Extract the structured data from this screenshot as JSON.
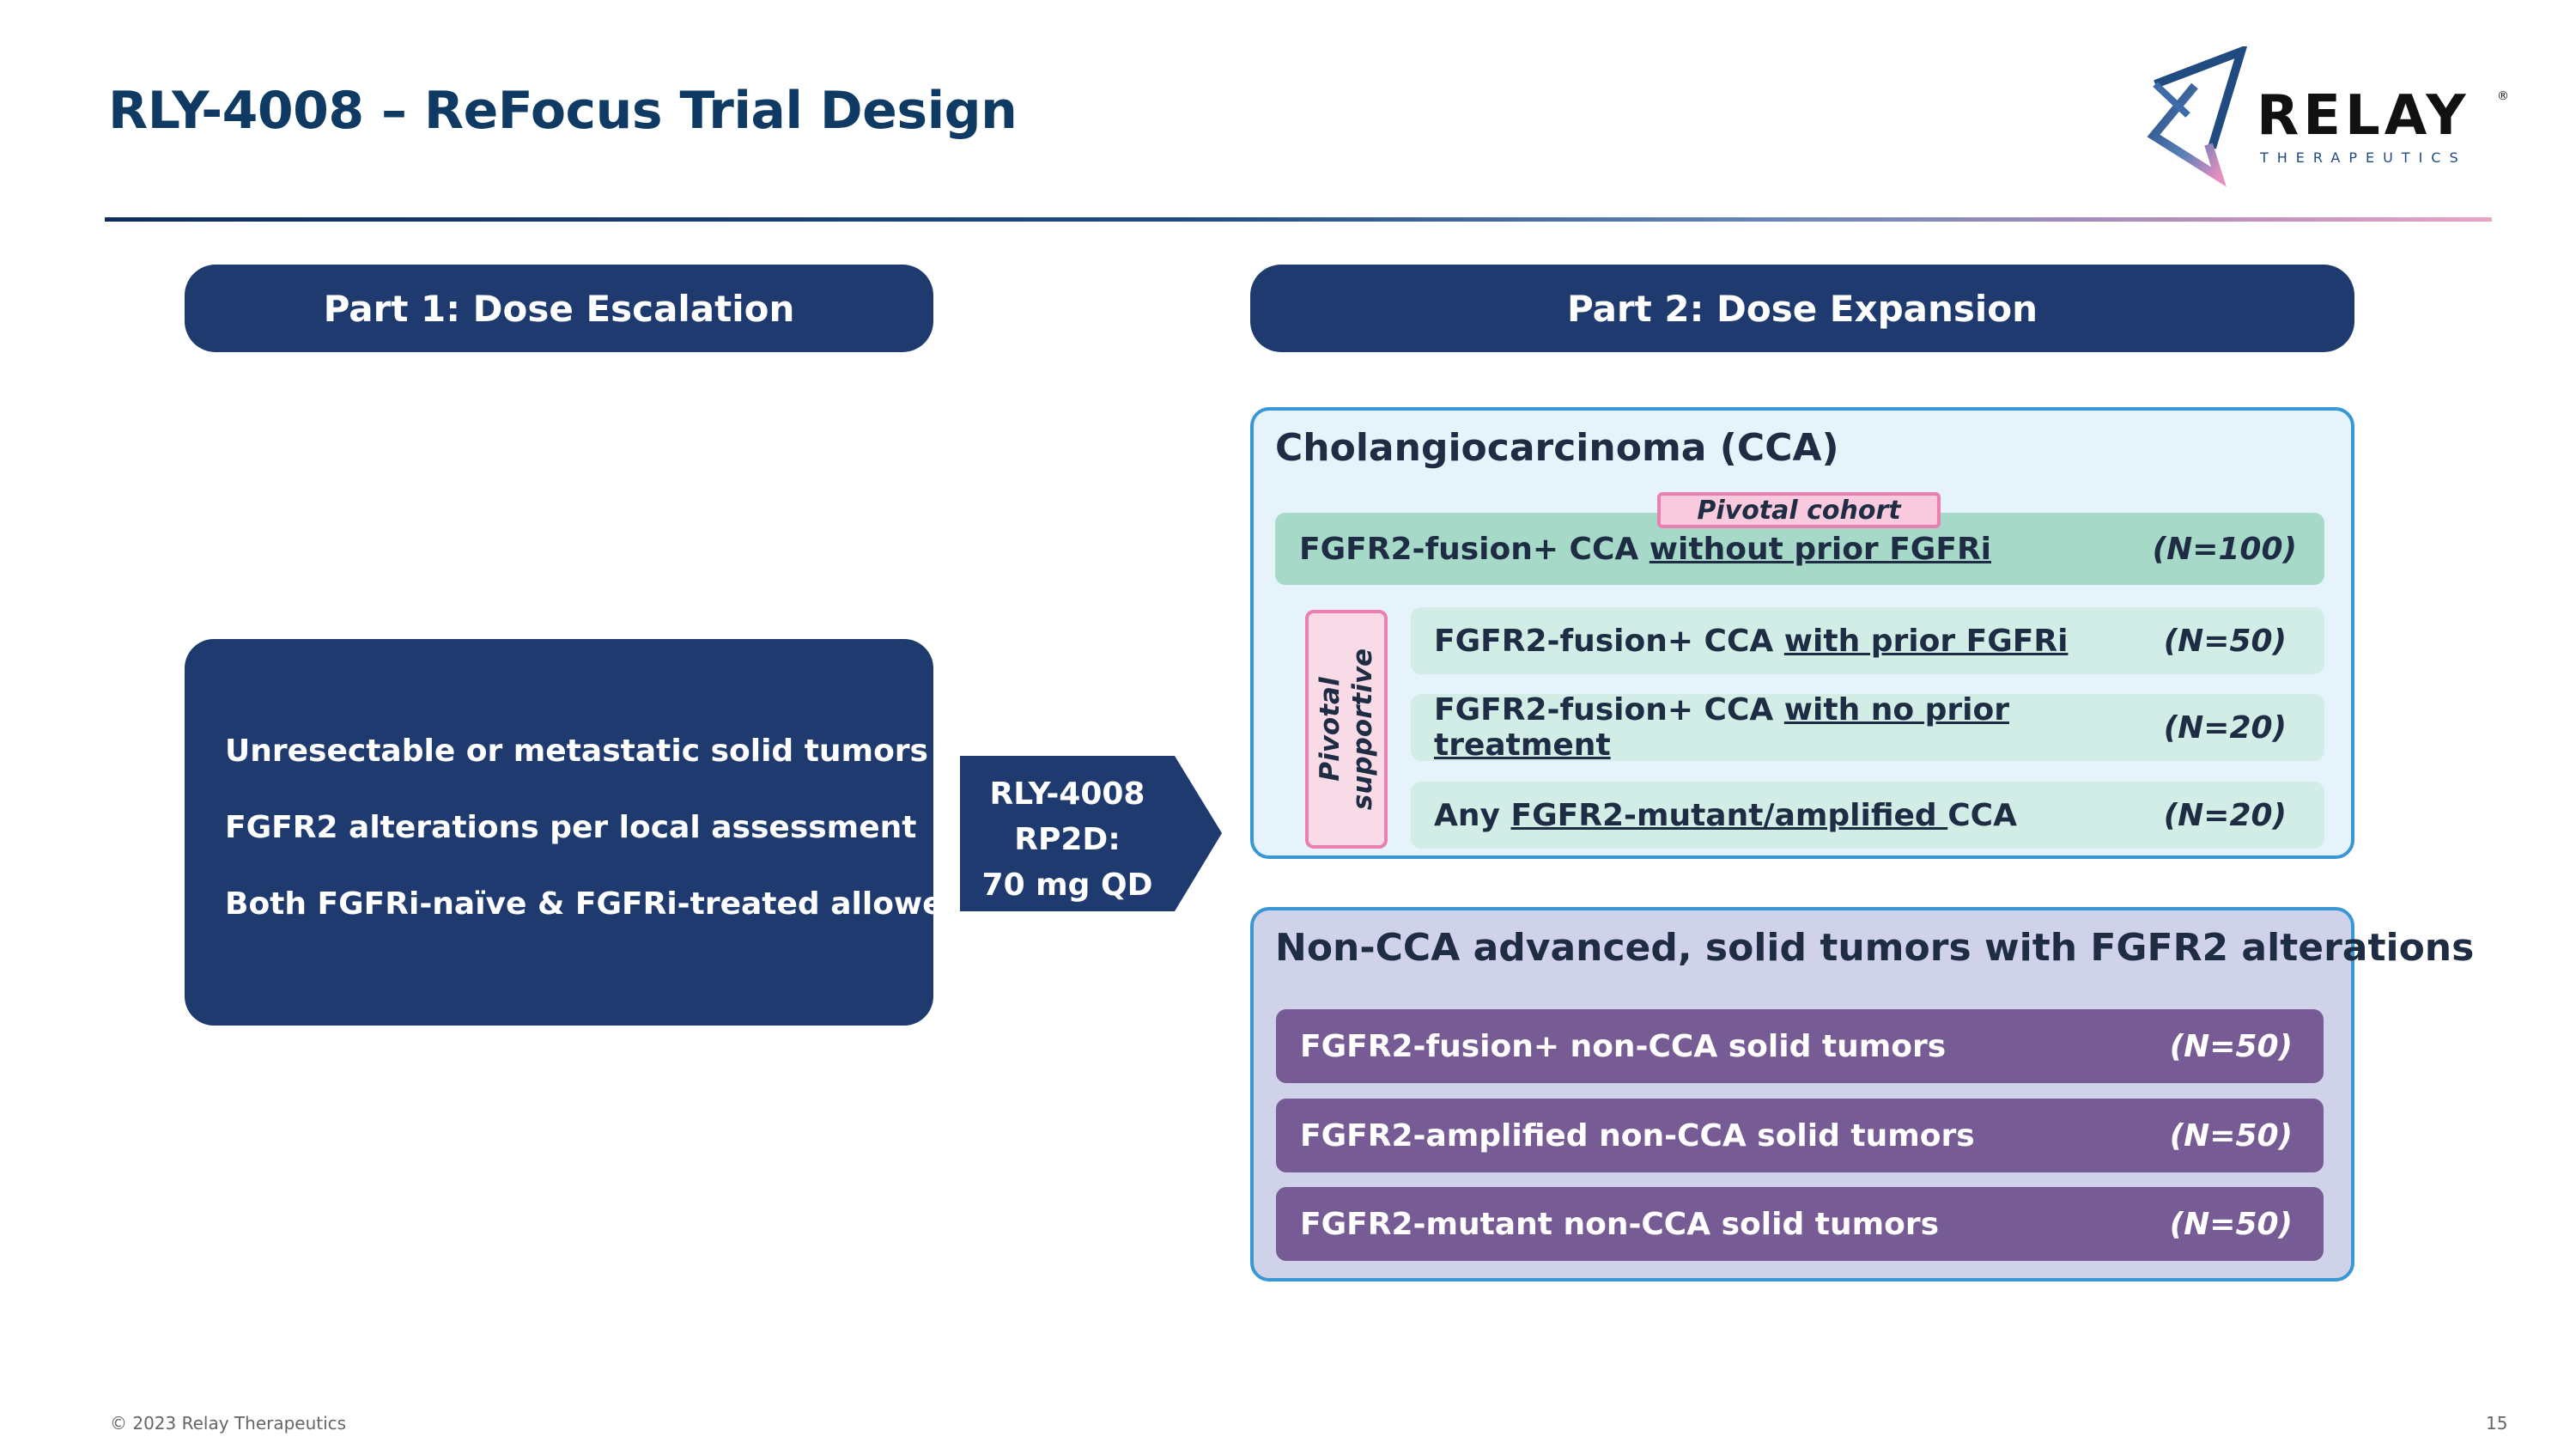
{
  "slide": {
    "title": "RLY-4008 – ReFocus Trial Design",
    "footer": "© 2023 Relay Therapeutics",
    "page_number": "15"
  },
  "logo": {
    "word": "RELAY",
    "sub": "THERAPEUTICS",
    "reg": "®"
  },
  "part1": {
    "label": "Part 1: Dose Escalation",
    "criteria": [
      "Unresectable or metastatic solid tumors",
      "FGFR2 alterations per local assessment",
      "Both FGFRi-naïve & FGFRi-treated allowed"
    ]
  },
  "arrow": {
    "line1": "RLY-4008",
    "line2": "RP2D:",
    "line3": "70 mg QD"
  },
  "part2": {
    "label": "Part 2: Dose Expansion",
    "cca": {
      "title": "Cholangiocarcinoma (CCA)",
      "pivotal_tag": "Pivotal cohort",
      "supportive_tag_line1": "Pivotal",
      "supportive_tag_line2": "supportive",
      "main_row": {
        "pre": "FGFR2-fusion+ CCA ",
        "underlined": "without prior FGFRi",
        "post": "",
        "n": "(N=100)"
      },
      "rows": [
        {
          "pre": "FGFR2-fusion+ CCA ",
          "underlined": "with prior FGFRi",
          "post": "",
          "n": "(N=50)"
        },
        {
          "pre": "FGFR2-fusion+ CCA ",
          "underlined": "with no prior treatment",
          "post": "",
          "n": "(N=20)"
        },
        {
          "pre": "Any ",
          "underlined": "FGFR2-mutant/amplified ",
          "post": "CCA",
          "n": "(N=20)"
        }
      ]
    },
    "noncca": {
      "title": "Non-CCA advanced, solid tumors with FGFR2 alterations",
      "rows": [
        {
          "label": "FGFR2-fusion+ non-CCA solid tumors",
          "n": "(N=50)"
        },
        {
          "label": "FGFR2-amplified non-CCA solid tumors",
          "n": "(N=50)"
        },
        {
          "label": "FGFR2-mutant non-CCA solid tumors",
          "n": "(N=50)"
        }
      ]
    }
  },
  "colors": {
    "navy": "#1e3a6e",
    "title_blue": "#0e3a63",
    "cca_bg": "#e6f3fb",
    "cca_border": "#3a97d6",
    "main_row_green": "#a7d9c9",
    "sub_row_green": "#d2ece6",
    "pink_border": "#ea7fb0",
    "pink_fill": "#f9c9dd",
    "noncca_bg": "#d0d2ea",
    "purple_row": "#775b94"
  }
}
